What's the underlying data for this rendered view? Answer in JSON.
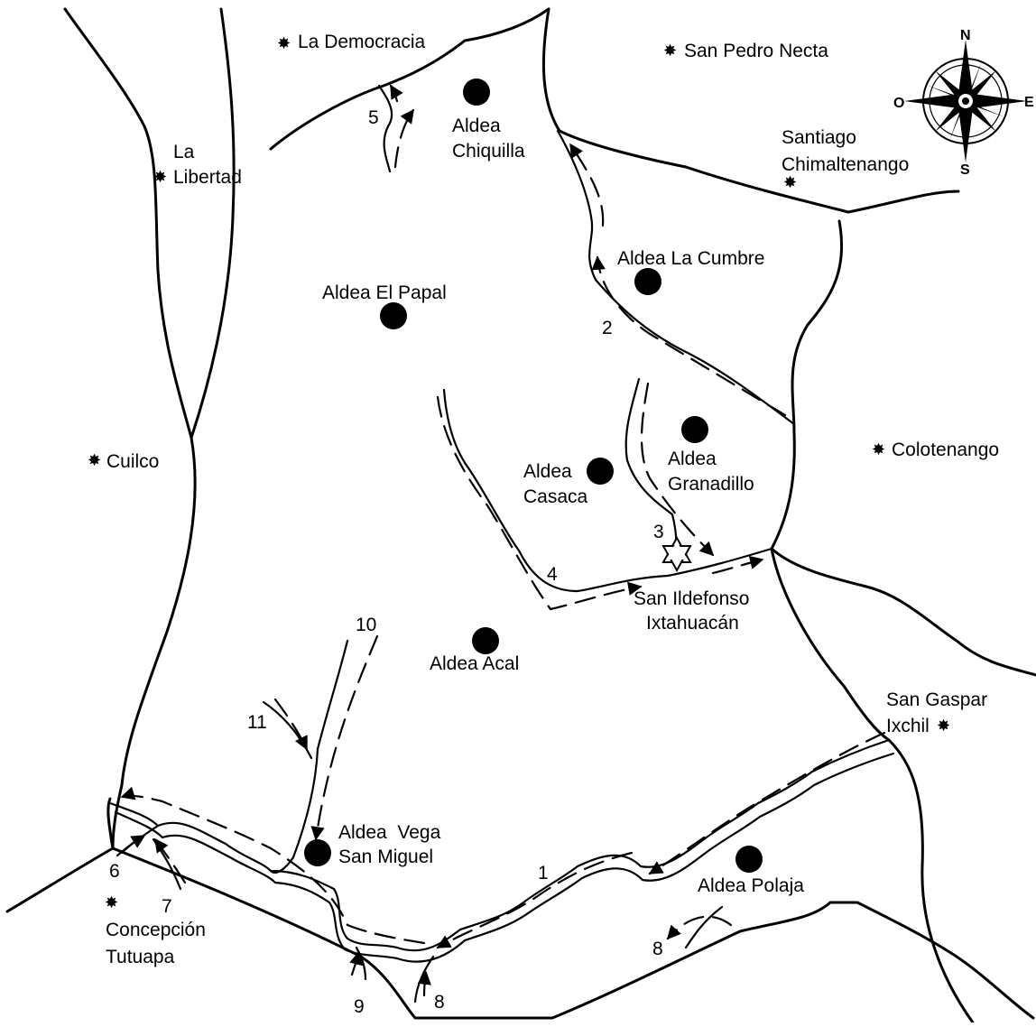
{
  "places": {
    "la_democracia": "La Democracia",
    "san_pedro_necta": "San Pedro Necta",
    "la_libertad_1": "La",
    "la_libertad_2": "Libertad",
    "santiago_1": "Santiago",
    "santiago_2": "Chimaltenango",
    "cuilco": "Cuilco",
    "colotenango": "Colotenango",
    "san_gaspar_1": "San Gaspar",
    "san_gaspar_2": "Ixchil",
    "concepcion_1": "Concepción",
    "concepcion_2": "Tutuapa",
    "san_ildefonso_1": "San Ildefonso",
    "san_ildefonso_2": "Ixtahuacán"
  },
  "aldeas": {
    "chiquilla_1": "Aldea",
    "chiquilla_2": "Chiquilla",
    "la_cumbre": "Aldea La Cumbre",
    "el_papal": "Aldea El Papal",
    "casaca_1": "Aldea",
    "casaca_2": "Casaca",
    "granadillo_1": "Aldea",
    "granadillo_2": "Granadillo",
    "acal": "Aldea Acal",
    "vega_1": "Aldea  Vega",
    "vega_2": "San Miguel",
    "polaja": "Aldea Polaja"
  },
  "rivers": {
    "r1": "1",
    "r2": "2",
    "r3": "3",
    "r4": "4",
    "r5": "5",
    "r6": "6",
    "r7": "7",
    "r8a": "8",
    "r8b": "8",
    "r9": "9",
    "r10": "10",
    "r11": "11"
  },
  "compass": {
    "n": "N",
    "s": "S",
    "e": "E",
    "w": "O"
  }
}
